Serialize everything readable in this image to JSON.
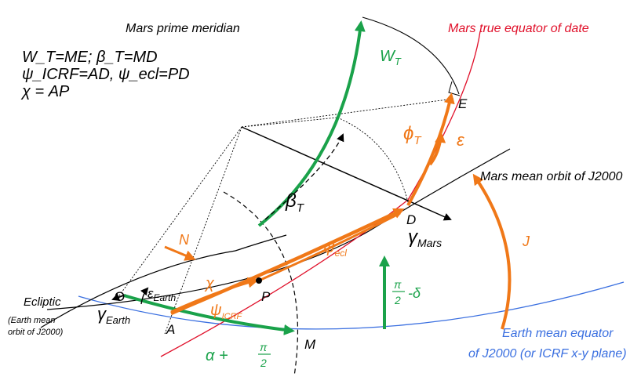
{
  "title_labels": {
    "prime_meridian": "Mars prime meridian",
    "true_equator": "Mars true equator of date",
    "mean_orbit": "Mars mean orbit of J2000",
    "ecliptic": "Ecliptic",
    "ecliptic_sub1": "(Earth mean",
    "ecliptic_sub2": "orbit of J2000)",
    "earth_equator1": "Earth mean equator",
    "earth_equator2": "of J2000 (or ICRF x-y plane)"
  },
  "definitions": [
    "W_T=ME; β_T=MD",
    "ψ_ICRF=AD, ψ_ecl=PD",
    "χ = AP"
  ],
  "points": {
    "O": "O",
    "A": "A",
    "P": "P",
    "M": "M",
    "D": "D",
    "E": "E"
  },
  "symbols": {
    "W": "W",
    "W_sub": "T",
    "beta": "β",
    "beta_sub": "T",
    "phi": "ϕ",
    "phi_sub": "T",
    "epsilon": "ε",
    "J": "J",
    "N": "N",
    "psi": "ψ",
    "psi_ecl_sub": "ecl",
    "psi_icrf_sub": "ICRF",
    "chi": "χ",
    "eps_earth": "ε",
    "eps_earth_sub": "Earth",
    "gamma": "γ",
    "gamma_earth_sub": "Earth",
    "gamma_mars_sub": "Mars",
    "alpha_expr": "α +",
    "pi": "π",
    "two": "2",
    "delta_tail": "-δ"
  },
  "colors": {
    "green": "#1aa24a",
    "orange": "#f07818",
    "red": "#e0102a",
    "blue": "#3a6fe0",
    "black": "#000000"
  }
}
